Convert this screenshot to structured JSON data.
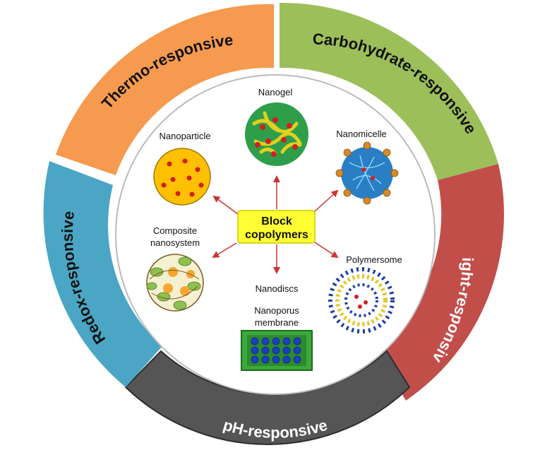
{
  "center": {
    "line1": "Block",
    "line2": "copolymers"
  },
  "segments": [
    {
      "id": "thermo",
      "label": "Thermo-responsive",
      "color": "#f59a4f",
      "text_color": "#111111"
    },
    {
      "id": "carbohydrate",
      "label": "Carbohydrate-responsive",
      "color": "#9cbf5a",
      "text_color": "#111111"
    },
    {
      "id": "light",
      "label": "Light-responsive",
      "color": "#c24e4a",
      "text_color": "#ffffff"
    },
    {
      "id": "ph",
      "label": "pH-responsive",
      "color": "#555555",
      "text_color": "#ffffff"
    },
    {
      "id": "redox",
      "label": "Redox-responsive",
      "color": "#4aa6c4",
      "text_color": "#111111"
    }
  ],
  "nodes": {
    "nanogel": "Nanogel",
    "nanoparticle": "Nanoparticle",
    "nanomicelle": "Nanomicelle",
    "composite_line1": "Composite",
    "composite_line2": "nanosystem",
    "polymersome": "Polymersome",
    "nanodiscs": "Nanodiscs",
    "membrane_line1": "Nanoporus",
    "membrane_line2": "membrane"
  },
  "colors": {
    "center_box": "#ffff33",
    "arrow": "#cc3333",
    "inner_ring": "#bbbbbb"
  }
}
